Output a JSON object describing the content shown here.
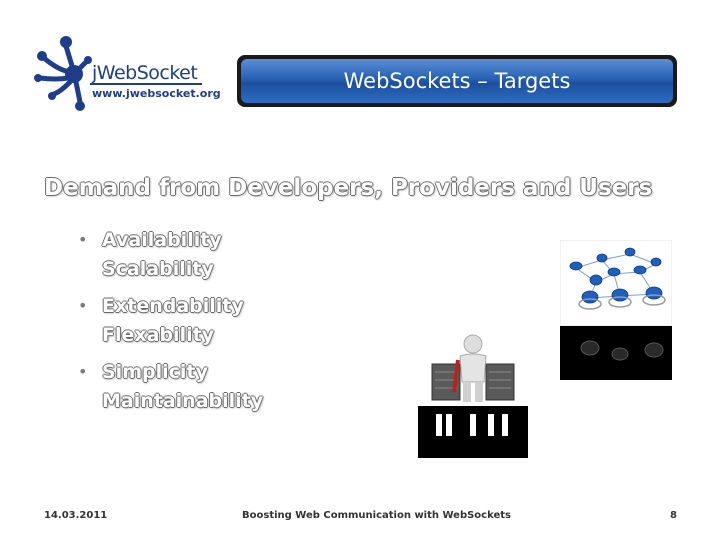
{
  "logo": {
    "name": "jWebSocket",
    "url": "www.jwebsocket.org"
  },
  "title": "WebSockets – Targets",
  "heading": "Demand from Developers, Providers and Users",
  "bullets": [
    {
      "lines": [
        "Availability",
        "Scalability"
      ]
    },
    {
      "lines": [
        "Extendability",
        "Flexability"
      ]
    },
    {
      "lines": [
        "Simplicity",
        "Maintainability"
      ]
    }
  ],
  "footer": {
    "date": "14.03.2011",
    "center": "Boosting Web Communication with WebSockets",
    "page": "8"
  },
  "colors": {
    "title_bar": "#2760b4",
    "logo_blue": "#1f3d8a",
    "network_node": "#1e5fc0"
  },
  "icons": {
    "logo": "jwebsocket-figure-logo",
    "network": "network-nodes-icon",
    "developer": "developer-with-servers-icon"
  }
}
